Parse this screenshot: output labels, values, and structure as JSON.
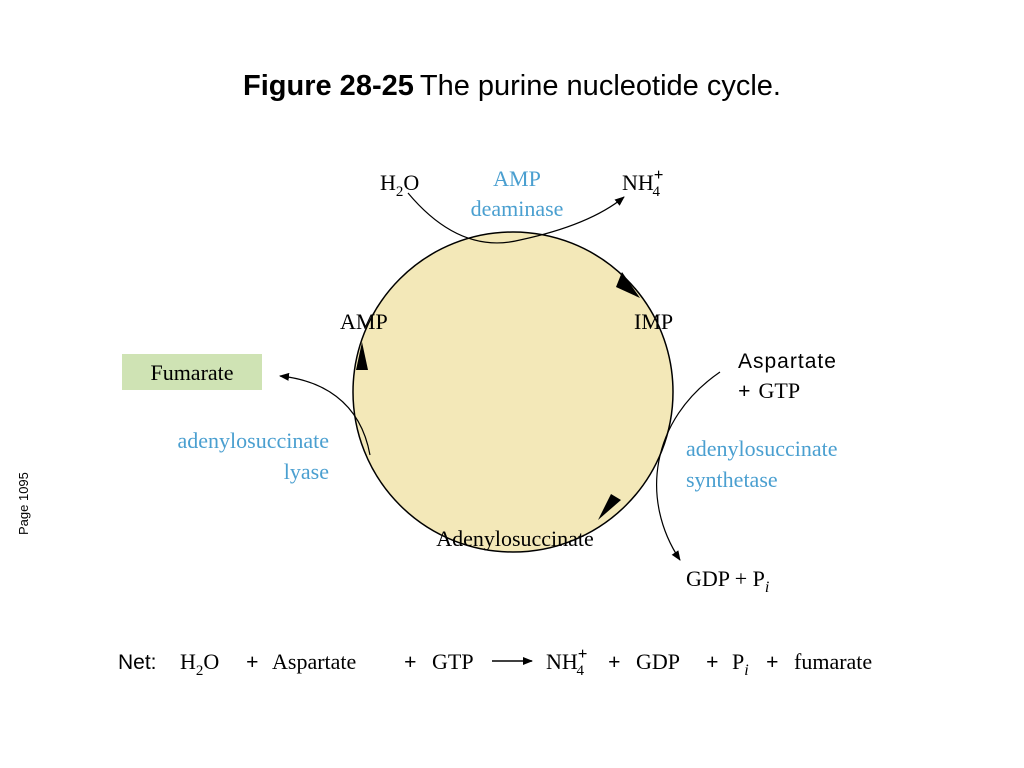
{
  "title": {
    "figure_label": "Figure 28-25",
    "caption": "The purine nucleotide cycle."
  },
  "side_label": "Page 1095",
  "cycle": {
    "amp_deaminase": {
      "substrate": "H",
      "substrate_sub": "2",
      "substrate_tail": "O",
      "enzyme_line1": "AMP",
      "enzyme_line2": "deaminase",
      "product": "NH",
      "product_sup": "+",
      "product_sub": "4"
    },
    "metabolites": {
      "amp": "AMP",
      "imp": "IMP",
      "adenylosuccinate": "Adenylosuccinate",
      "fumarate": "Fumarate"
    },
    "synthetase": {
      "input_line1": "Aspartate",
      "input_line2_plus": "+",
      "input_line2": "GTP",
      "enzyme_line1": "adenylosuccinate",
      "enzyme_line2": "synthetase",
      "output_main": "GDP + P",
      "output_sub": "i"
    },
    "lyase": {
      "enzyme_line1": "adenylosuccinate",
      "enzyme_line2": "lyase"
    }
  },
  "net": {
    "label": "Net:",
    "h2o_h": "H",
    "h2o_sub": "2",
    "h2o_o": "O",
    "plus1": "+",
    "aspartate": "Aspartate",
    "plus2": "+",
    "gtp": "GTP",
    "nh": "NH",
    "nh_sup": "+",
    "nh_sub": "4",
    "plus3": "+",
    "gdp": "GDP",
    "plus4": "+",
    "p": "P",
    "p_sub": "i",
    "plus5": "+",
    "fumarate": "fumarate"
  },
  "colors": {
    "enzyme_text": "#4a9fd0",
    "circle_fill": "#f3e8b8",
    "fumarate_box": "#cfe3b4",
    "text": "#000000"
  }
}
